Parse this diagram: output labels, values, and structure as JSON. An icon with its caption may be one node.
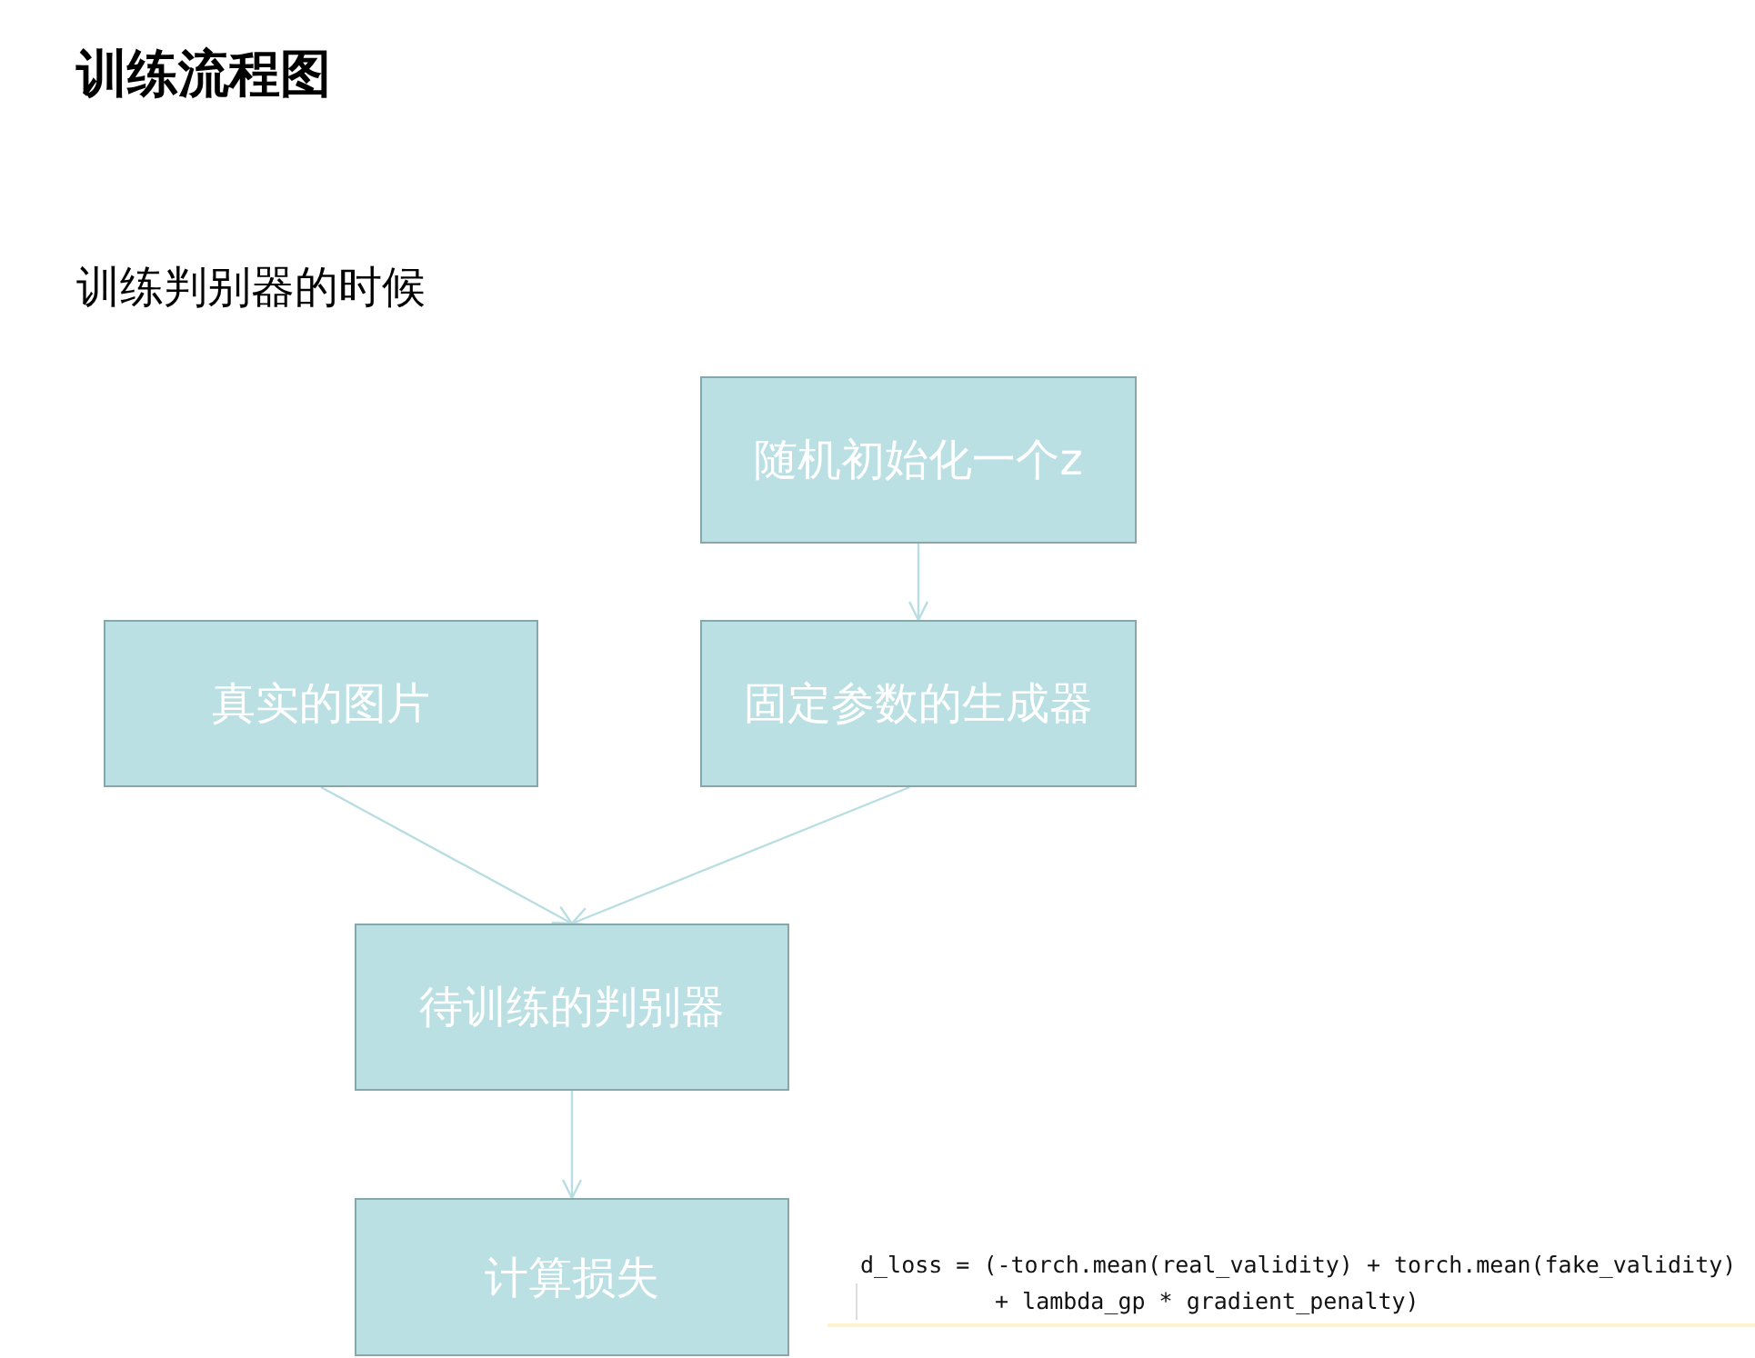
{
  "diagram": {
    "title": "训练流程图",
    "nodes": [
      {
        "text": [
          "随机初始化一个z"
        ]
      },
      {
        "text": [
          "真实的图片"
        ]
      },
      {
        "text": [
          "固定参数的生成器"
        ]
      },
      {
        "text": [
          "待训练的判别器"
        ]
      },
      {
        "text": [
          "计算损失"
        ]
      }
    ],
    "edges": [
      {
        "from": 0,
        "to": 2,
        "arrow": "to"
      },
      {
        "from": 1,
        "to": 3,
        "arrow": "to"
      },
      {
        "from": 2,
        "to": 3,
        "arrow": "to"
      },
      {
        "from": 3,
        "to": 4,
        "arrow": "to"
      }
    ],
    "labels": [
      "训练判别器的时候",
      "d_loss = (-torch.mean(real_validity) + torch.mean(fake_validity)",
      "+ lambda_gp * gradient_penalty)"
    ]
  }
}
